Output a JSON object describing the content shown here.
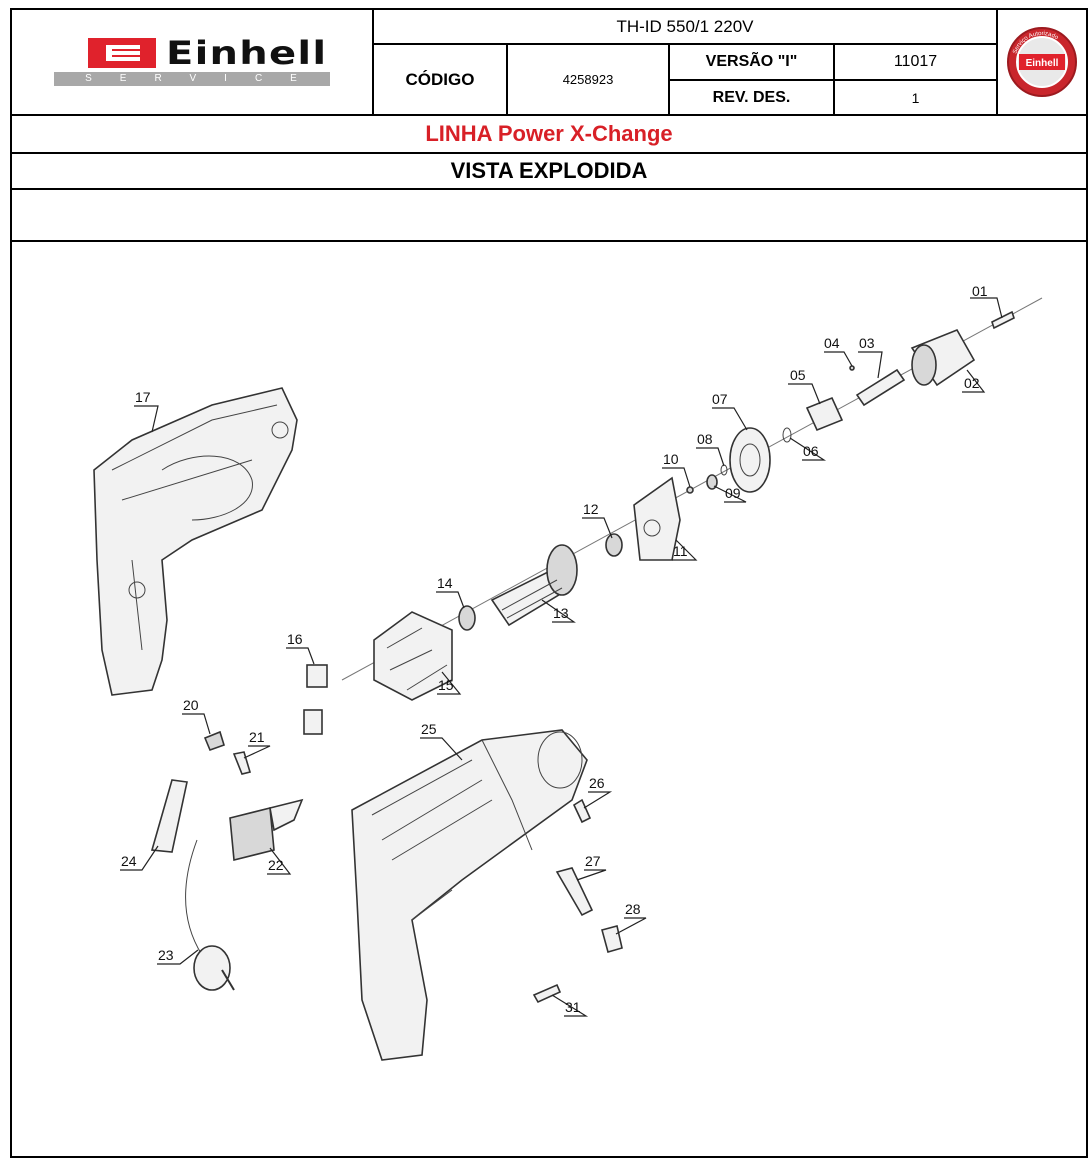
{
  "header": {
    "brand": "Einhell",
    "brand_sub": "SERVICE",
    "model": "TH-ID 550/1 220V",
    "code_label": "CÓDIGO",
    "code_value": "4258923",
    "version_label": "VERSÃO \"I\"",
    "version_value": "11017",
    "rev_label": "REV. DES.",
    "rev_value": "1",
    "seal_brand": "Einhell",
    "seal_text": "Serviço Autorizado"
  },
  "line_title": "LINHA Power X-Change",
  "view_title": "VISTA EXPLODIDA",
  "colors": {
    "brand_red": "#e0222c",
    "title_red": "#d82027",
    "logo_grey": "#a8a8a8"
  },
  "diagram": {
    "labels": [
      "01",
      "02",
      "03",
      "04",
      "05",
      "06",
      "07",
      "08",
      "09",
      "10",
      "11",
      "12",
      "13",
      "14",
      "15",
      "16",
      "17",
      "20",
      "21",
      "22",
      "23",
      "24",
      "25",
      "26",
      "27",
      "28",
      "31"
    ]
  }
}
